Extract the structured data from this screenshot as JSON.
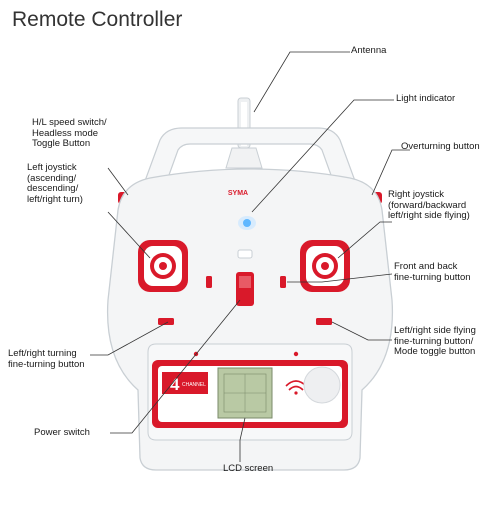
{
  "title": "Remote Controller",
  "brand": "SYMA",
  "model_badge": "4",
  "model_badge_sub": "CHANNEL",
  "colors": {
    "accent_red": "#d9192a",
    "body_white": "#f4f5f6",
    "outline_gray": "#c9cfd4",
    "light_blue": "#5fb7ff",
    "lcd_green": "#b9c9a4"
  },
  "labels": {
    "antenna": "Antenna",
    "light_indicator": "Light indicator",
    "hl_speed": "H/L speed switch/\nHeadless mode\nToggle Button",
    "overturning": "Overturning button",
    "left_joystick": "Left joystick\n(ascending/\ndescending/\nleft/right turn)",
    "right_joystick": "Right joystick\n(forward/backward\nleft/right side flying)",
    "front_back": "Front and back\nfine-turning button",
    "lr_side": "Left/right side flying\nfine-turning button/\nMode toggle button",
    "lr_turning": "Left/right turning\nfine-turning button",
    "power": "Power switch",
    "lcd": "LCD screen"
  }
}
